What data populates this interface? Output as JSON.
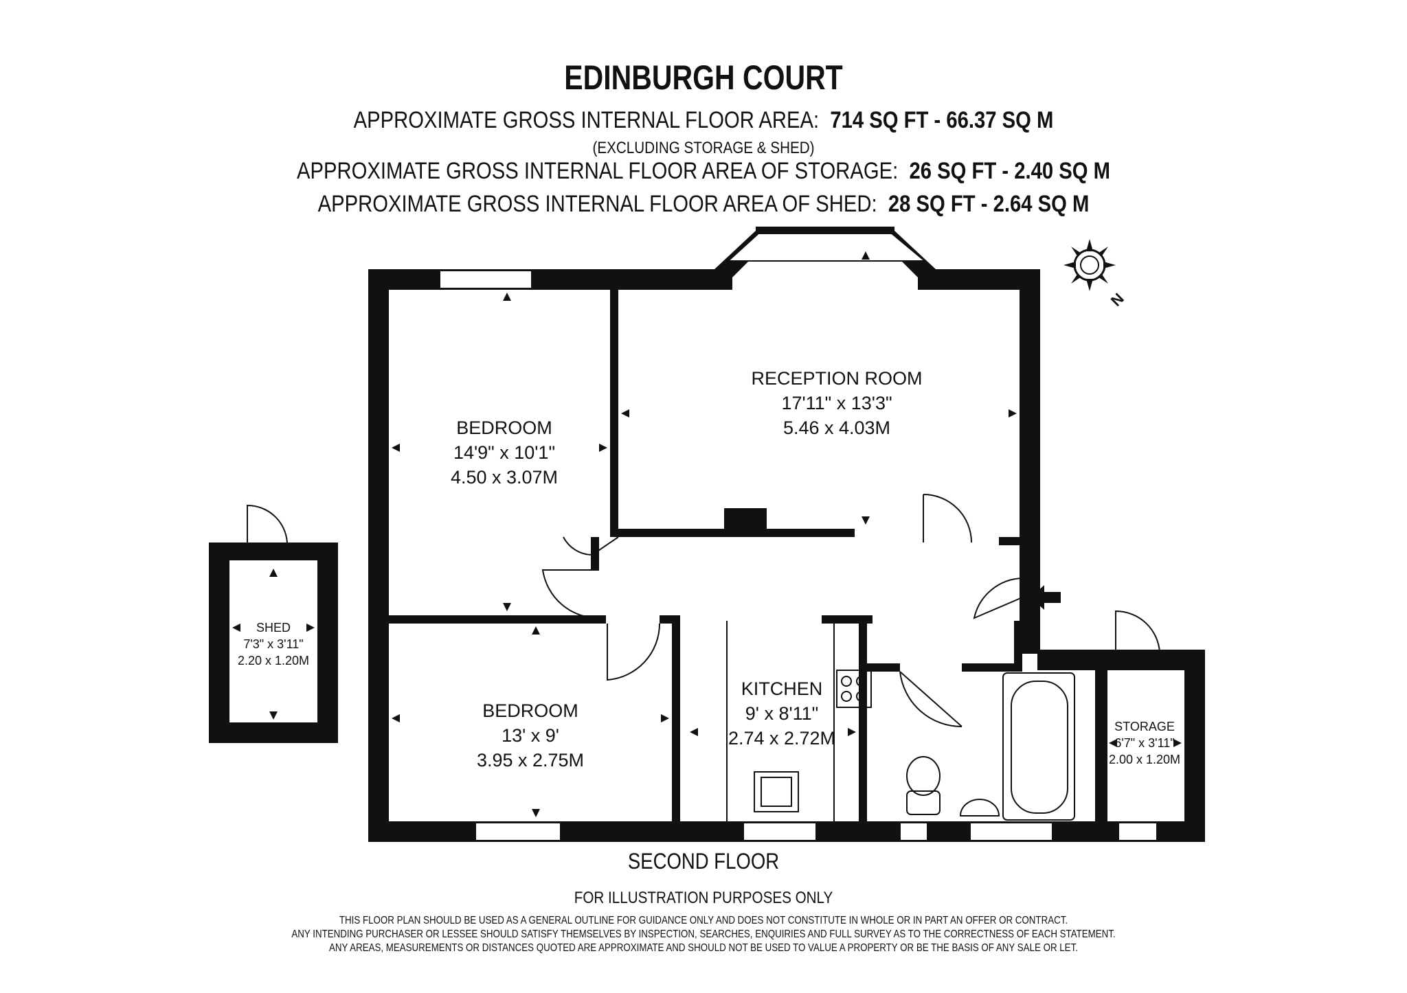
{
  "header": {
    "title": "EDINBURGH COURT",
    "area_label": "APPROXIMATE GROSS INTERNAL FLOOR AREA:",
    "area_value": "714 SQ FT  -  66.37 SQ M",
    "area_note": "(EXCLUDING STORAGE & SHED)",
    "storage_label": "APPROXIMATE GROSS INTERNAL FLOOR AREA OF STORAGE:",
    "storage_value": "26 SQ FT  -  2.40 SQ M",
    "shed_label": "APPROXIMATE GROSS INTERNAL FLOOR AREA OF SHED:",
    "shed_value": "28 SQ FT  -  2.64 SQ M"
  },
  "compass": {
    "label": "N"
  },
  "rooms": {
    "bedroom1": {
      "name": "BEDROOM",
      "imperial": "14'9\" x 10'1\"",
      "metric": "4.50 x 3.07M"
    },
    "reception": {
      "name": "RECEPTION ROOM",
      "imperial": "17'11\" x 13'3\"",
      "metric": "5.46 x 4.03M"
    },
    "bedroom2": {
      "name": "BEDROOM",
      "imperial": "13' x 9'",
      "metric": "3.95 x 2.75M"
    },
    "kitchen": {
      "name": "KITCHEN",
      "imperial": "9' x 8'11\"",
      "metric": "2.74 x 2.72M"
    },
    "shed": {
      "name": "SHED",
      "imperial": "7'3\" x 3'11\"",
      "metric": "2.20 x 1.20M"
    },
    "storage": {
      "name": "STORAGE",
      "imperial": "6'7\" x 3'11\"",
      "metric": "2.00 x 1.20M"
    }
  },
  "footer": {
    "floor": "SECOND FLOOR",
    "illustration": "FOR ILLUSTRATION PURPOSES ONLY",
    "disclaimer": [
      "THIS FLOOR PLAN SHOULD BE USED AS A GENERAL OUTLINE FOR GUIDANCE ONLY AND DOES NOT CONSTITUTE IN WHOLE OR IN PART AN OFFER OR CONTRACT.",
      "ANY INTENDING PURCHASER OR LESSEE SHOULD SATISFY THEMSELVES BY INSPECTION, SEARCHES, ENQUIRIES AND FULL SURVEY AS TO THE CORRECTNESS OF EACH STATEMENT.",
      "ANY AREAS, MEASUREMENTS OR DISTANCES QUOTED ARE APPROXIMATE AND SHOULD NOT BE USED TO VALUE A PROPERTY OR BE THE BASIS OF ANY SALE OR LET."
    ]
  }
}
